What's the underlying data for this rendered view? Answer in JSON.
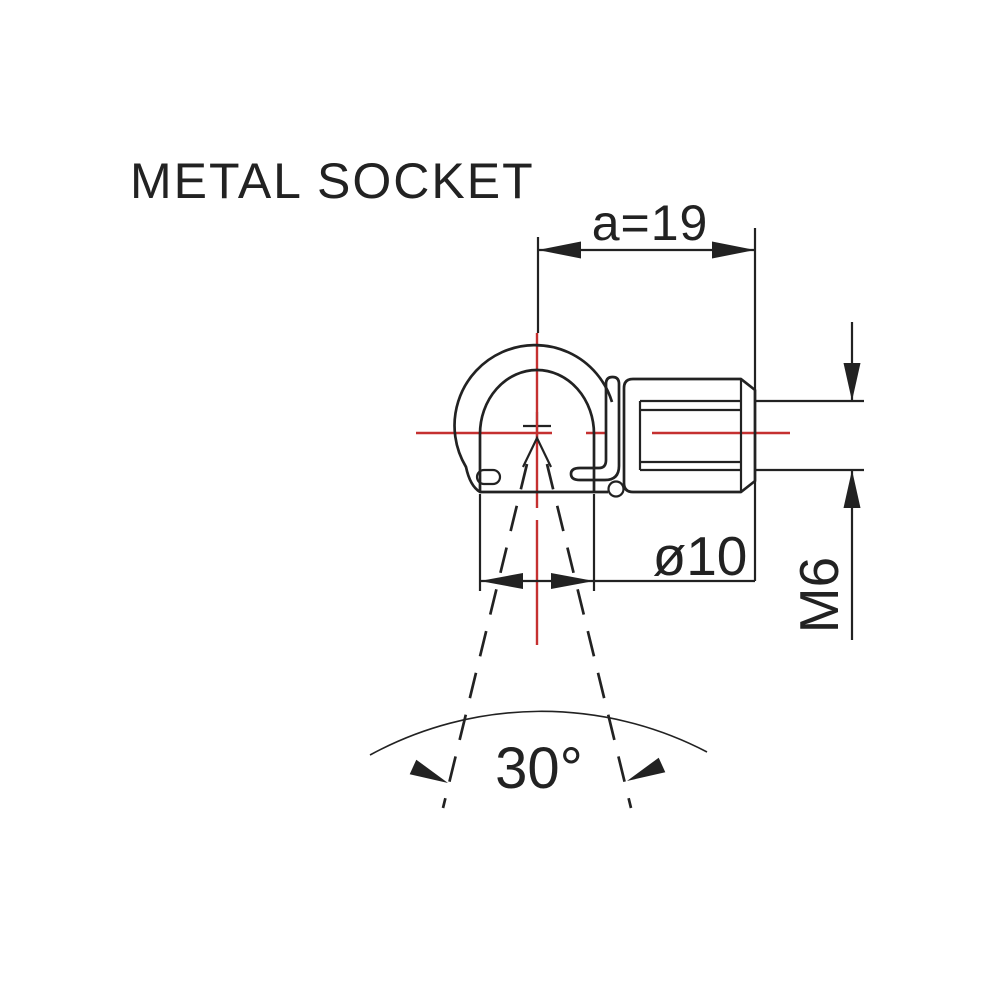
{
  "drawing": {
    "title": "METAL SOCKET",
    "dimensions": {
      "width_label": "a=19",
      "diameter_label": "ø10",
      "thread_label": "M6",
      "swivel_angle_label": "30°"
    },
    "colors": {
      "line": "#222222",
      "centerline": "#c53030",
      "background": "#ffffff"
    }
  }
}
